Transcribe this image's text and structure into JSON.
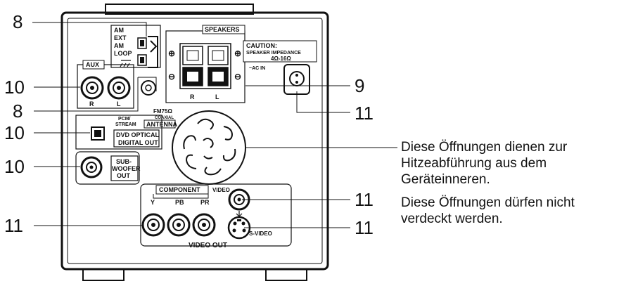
{
  "callouts": {
    "n8_top": "8",
    "n10_aux": "10",
    "n8_fm": "8",
    "n10_optical": "10",
    "n10_sub": "10",
    "n11_video": "11",
    "n9": "9",
    "n11_ac": "11",
    "n11_comp": "11",
    "n11_svideo": "11"
  },
  "panel": {
    "am": "AM",
    "ext": "EXT",
    "am2": "AM",
    "loop": "LOOP",
    "aux": "AUX",
    "r": "R",
    "l": "L",
    "fm": "FM75Ω",
    "coaxial": "COAXIAL",
    "antenna": "ANTENNA",
    "pcm": "PCM/",
    "stream": "STREAM",
    "dvd_optical": "DVD OPTICAL",
    "digital_out": "DIGITAL OUT",
    "sub": "SUB-",
    "woofer": "WOOFER",
    "out": "OUT",
    "speakers": "SPEAKERS",
    "spk_r": "R",
    "spk_l": "L",
    "caution": "CAUTION:",
    "speaker_impedance": "SPEAKER IMPEDANCE",
    "impedance": "4Ω-16Ω",
    "ac_in": "~AC IN",
    "component": "COMPONENT",
    "y": "Y",
    "pb": "PB",
    "pr": "PR",
    "video": "VIDEO",
    "svideo": "S-VIDEO",
    "video_out": "VIDEO  OUT",
    "plus": "⊕",
    "minus": "⊖"
  },
  "note": {
    "line1": "Diese Öffnungen dienen zur",
    "line2": "Hitzeabführung aus dem",
    "line3": "Geräteinneren.",
    "line4": "Diese Öffnungen dürfen nicht",
    "line5": "verdeckt werden."
  }
}
